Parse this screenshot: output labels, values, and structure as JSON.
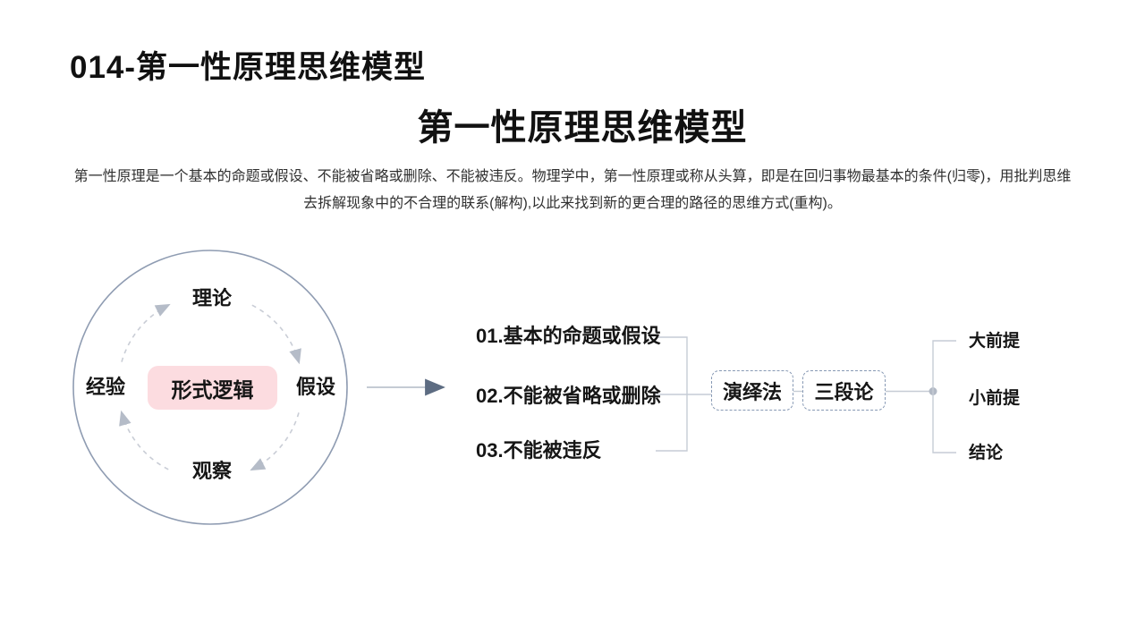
{
  "page": {
    "header_title": "014-第一性原理思维模型",
    "main_title": "第一性原理思维模型",
    "description_line1": "第一性原理是一个基本的命题或假设、不能被省略或删除、不能被违反。物理学中，第一性原理或称从头算，即是在回归事物最基本的条件(归零)，用批判思维",
    "description_line2": "去拆解现象中的不合理的联系(解构),以此来找到新的更合理的路径的思维方式(重构)。"
  },
  "cycle": {
    "top": "理论",
    "right": "假设",
    "bottom": "观察",
    "left": "经验",
    "center": "形式逻辑"
  },
  "principles": [
    "01.基本的命题或假设",
    "02.不能被省略或删除",
    "03.不能被违反"
  ],
  "methods": {
    "deduction": "演绎法",
    "syllogism": "三段论"
  },
  "syllogism_parts": [
    "大前提",
    "小前提",
    "结论"
  ],
  "colors": {
    "center_box_pink": "#fcdce0",
    "circle_stroke": "#8f9cb2",
    "dashed_arc": "#c9cdd6",
    "connector_line": "#c6ccd5",
    "dashed_box_border": "#8799b4",
    "arrowhead_gray": "#b5bcc8",
    "arrowhead_dark": "#5d6c82",
    "junction_dot": "#b2b9c5",
    "text": "#1a1a1a"
  }
}
